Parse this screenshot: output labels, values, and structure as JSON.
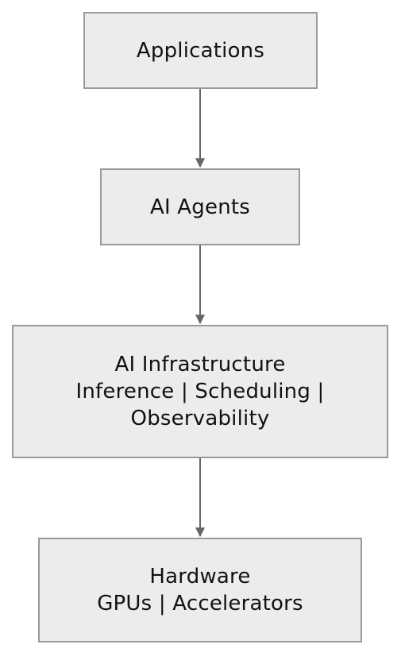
{
  "diagram": {
    "nodes": [
      {
        "id": "applications",
        "lines": [
          "Applications"
        ]
      },
      {
        "id": "ai-agents",
        "lines": [
          "AI Agents"
        ]
      },
      {
        "id": "ai-infrastructure",
        "lines": [
          "AI Infrastructure",
          "Inference | Scheduling |",
          "Observability"
        ]
      },
      {
        "id": "hardware",
        "lines": [
          "Hardware",
          "GPUs | Accelerators"
        ]
      }
    ],
    "edges": [
      {
        "from": "applications",
        "to": "ai-agents"
      },
      {
        "from": "ai-agents",
        "to": "ai-infrastructure"
      },
      {
        "from": "ai-infrastructure",
        "to": "hardware"
      }
    ],
    "colors": {
      "node_fill": "#ececec",
      "node_border": "#9a9a9a",
      "edge": "#666666"
    }
  }
}
